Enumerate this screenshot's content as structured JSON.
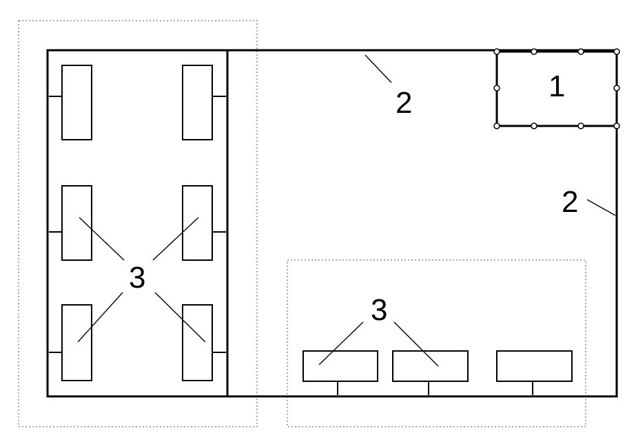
{
  "labels": {
    "one": "1",
    "two_top": "2",
    "two_right": "2",
    "three_left": "3",
    "three_bottom": "3"
  }
}
